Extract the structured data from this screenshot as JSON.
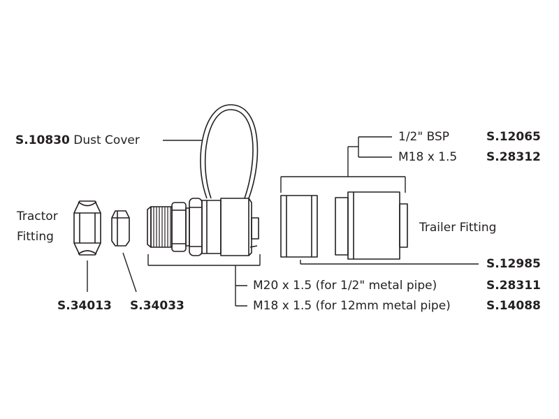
{
  "labels": {
    "dust_cover_code": "S.10830",
    "dust_cover_text": "Dust Cover",
    "tractor_fitting_line1": "Tractor",
    "tractor_fitting_line2": "Fitting",
    "trailer_fitting": "Trailer Fitting",
    "bsp_spec": "1/2\" BSP",
    "bsp_code": "S.12065",
    "m18_spec": "M18 x 1.5",
    "m18_code": "S.28312",
    "trailer_code": "S.12985",
    "m20_pipe_spec": "M20 x 1.5 (for 1/2\" metal pipe)",
    "m20_pipe_code": "S.28311",
    "m18_pipe_spec": "M18 x 1.5 (for 12mm metal pipe)",
    "m18_pipe_code": "S.14088",
    "nut_code": "S.34013",
    "olive_code": "S.34033"
  },
  "colors": {
    "line": "#231f20",
    "background": "#ffffff"
  }
}
